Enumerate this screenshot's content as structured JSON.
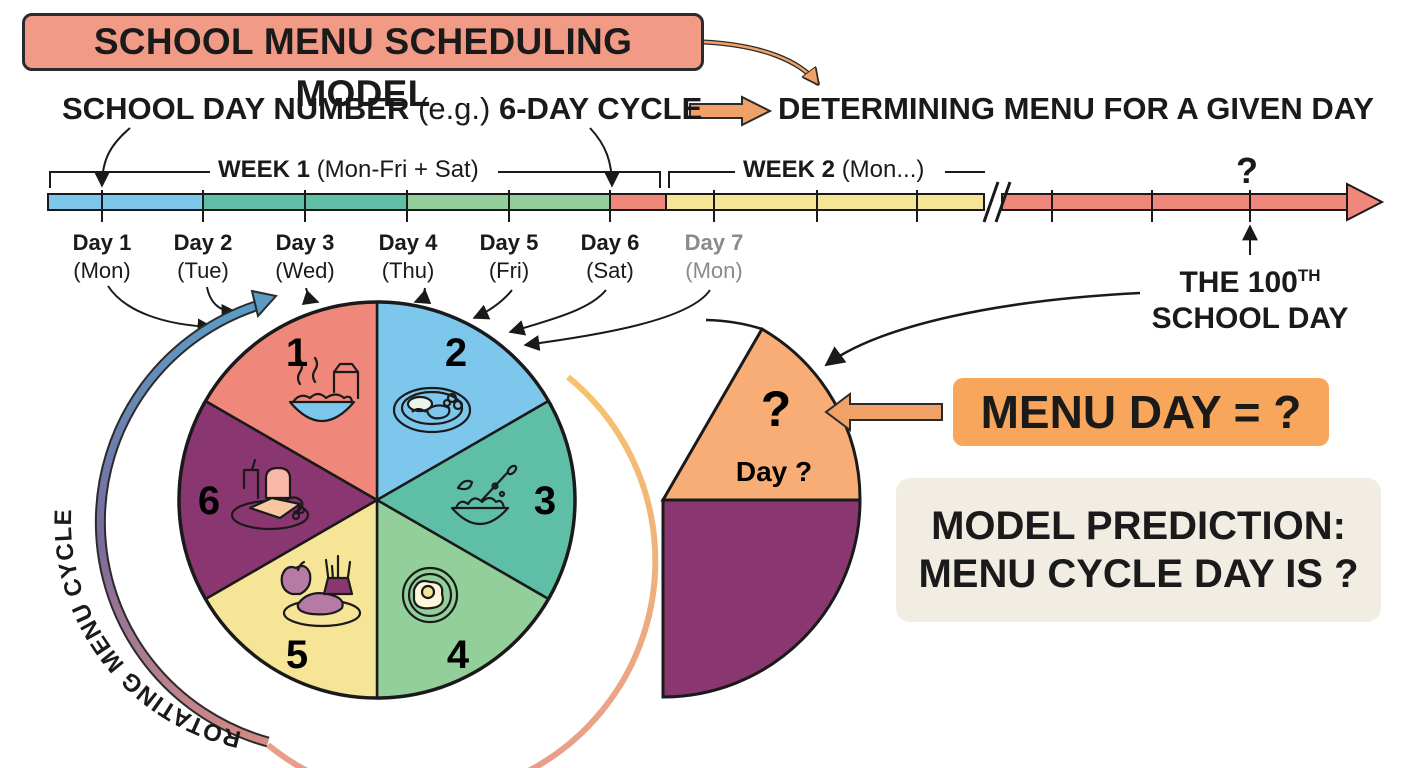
{
  "title": "SCHOOL MENU SCHEDULING MODEL",
  "subtitle": {
    "left_bold": "SCHOOL DAY NUMBER",
    "left_paren": "(e.g.)",
    "left_cycle": "6-DAY CYCLE",
    "right": "DETERMINING MENU FOR A GIVEN DAY"
  },
  "weeks": [
    {
      "label": "WEEK 1",
      "note": "(Mon-Fri + Sat)"
    },
    {
      "label": "WEEK 2",
      "note": "(Mon...)"
    }
  ],
  "days": [
    {
      "day": "Day 1",
      "weekday": "(Mon)"
    },
    {
      "day": "Day 2",
      "weekday": "(Tue)"
    },
    {
      "day": "Day 3",
      "weekday": "(Wed)"
    },
    {
      "day": "Day 4",
      "weekday": "(Thu)"
    },
    {
      "day": "Day 5",
      "weekday": "(Fri)"
    },
    {
      "day": "Day 6",
      "weekday": "(Sat)"
    },
    {
      "day": "Day 7",
      "weekday": "(Mon)"
    }
  ],
  "timeline_marker": "?",
  "hundredth_day": {
    "line1_pre": "THE 100",
    "line1_sup": "TH",
    "line2": "SCHOOL DAY"
  },
  "cycle_label": "ROTATING MENU CYCLE",
  "cycle_segments": [
    {
      "number": "1",
      "color": "#7ec7ec",
      "icon": "porridge-bowl-and-milk-icon"
    },
    {
      "number": "2",
      "color": "#5fbea6",
      "icon": "plated-meal-icon"
    },
    {
      "number": "3",
      "color": "#93cf9a",
      "icon": "salad-bowl-icon"
    },
    {
      "number": "4",
      "color": "#f6e596",
      "icon": "fried-egg-plate-icon"
    },
    {
      "number": "5",
      "color": "#8a3670",
      "icon": "steak-fries-apple-icon"
    },
    {
      "number": "6",
      "color": "#ef877a",
      "icon": "sandwich-tray-icon"
    }
  ],
  "unknown_slice": {
    "mark": "?",
    "label": "Day ?",
    "color": "#f7ad75",
    "rest_color": "#8a3670"
  },
  "menu_day": "MENU DAY = ?",
  "prediction": {
    "line1": "MODEL PREDICTION:",
    "line2": "MENU CYCLE DAY IS ?"
  },
  "colors": {
    "title_bg": "#f19a85",
    "menu_box": "#f7a65c",
    "prediction_box": "#f1ede2",
    "arrow_orange": "#f0a167"
  }
}
